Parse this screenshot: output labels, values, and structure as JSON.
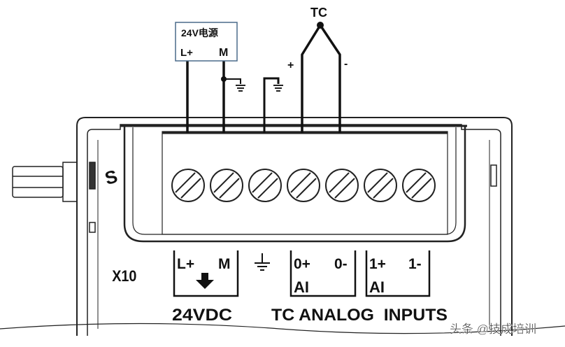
{
  "power_supply": {
    "title": "24V电源",
    "plus_label": "L+",
    "minus_label": "M"
  },
  "thermocouple": {
    "label": "TC",
    "plus_sign": "+",
    "minus_sign": "-"
  },
  "module": {
    "connector_label": "X10",
    "terminal_count": 7,
    "groups": [
      {
        "top_left": "L+",
        "top_right": "M",
        "bottom": "",
        "caption": "24VDC"
      },
      {
        "top_left": "0+",
        "top_right": "0-",
        "bottom": "AI"
      },
      {
        "top_left": "1+",
        "top_right": "1-",
        "bottom": "AI"
      }
    ],
    "caption_inputs": "TC ANALOG  INPUTS"
  },
  "watermark": "头条 @技成培训"
}
